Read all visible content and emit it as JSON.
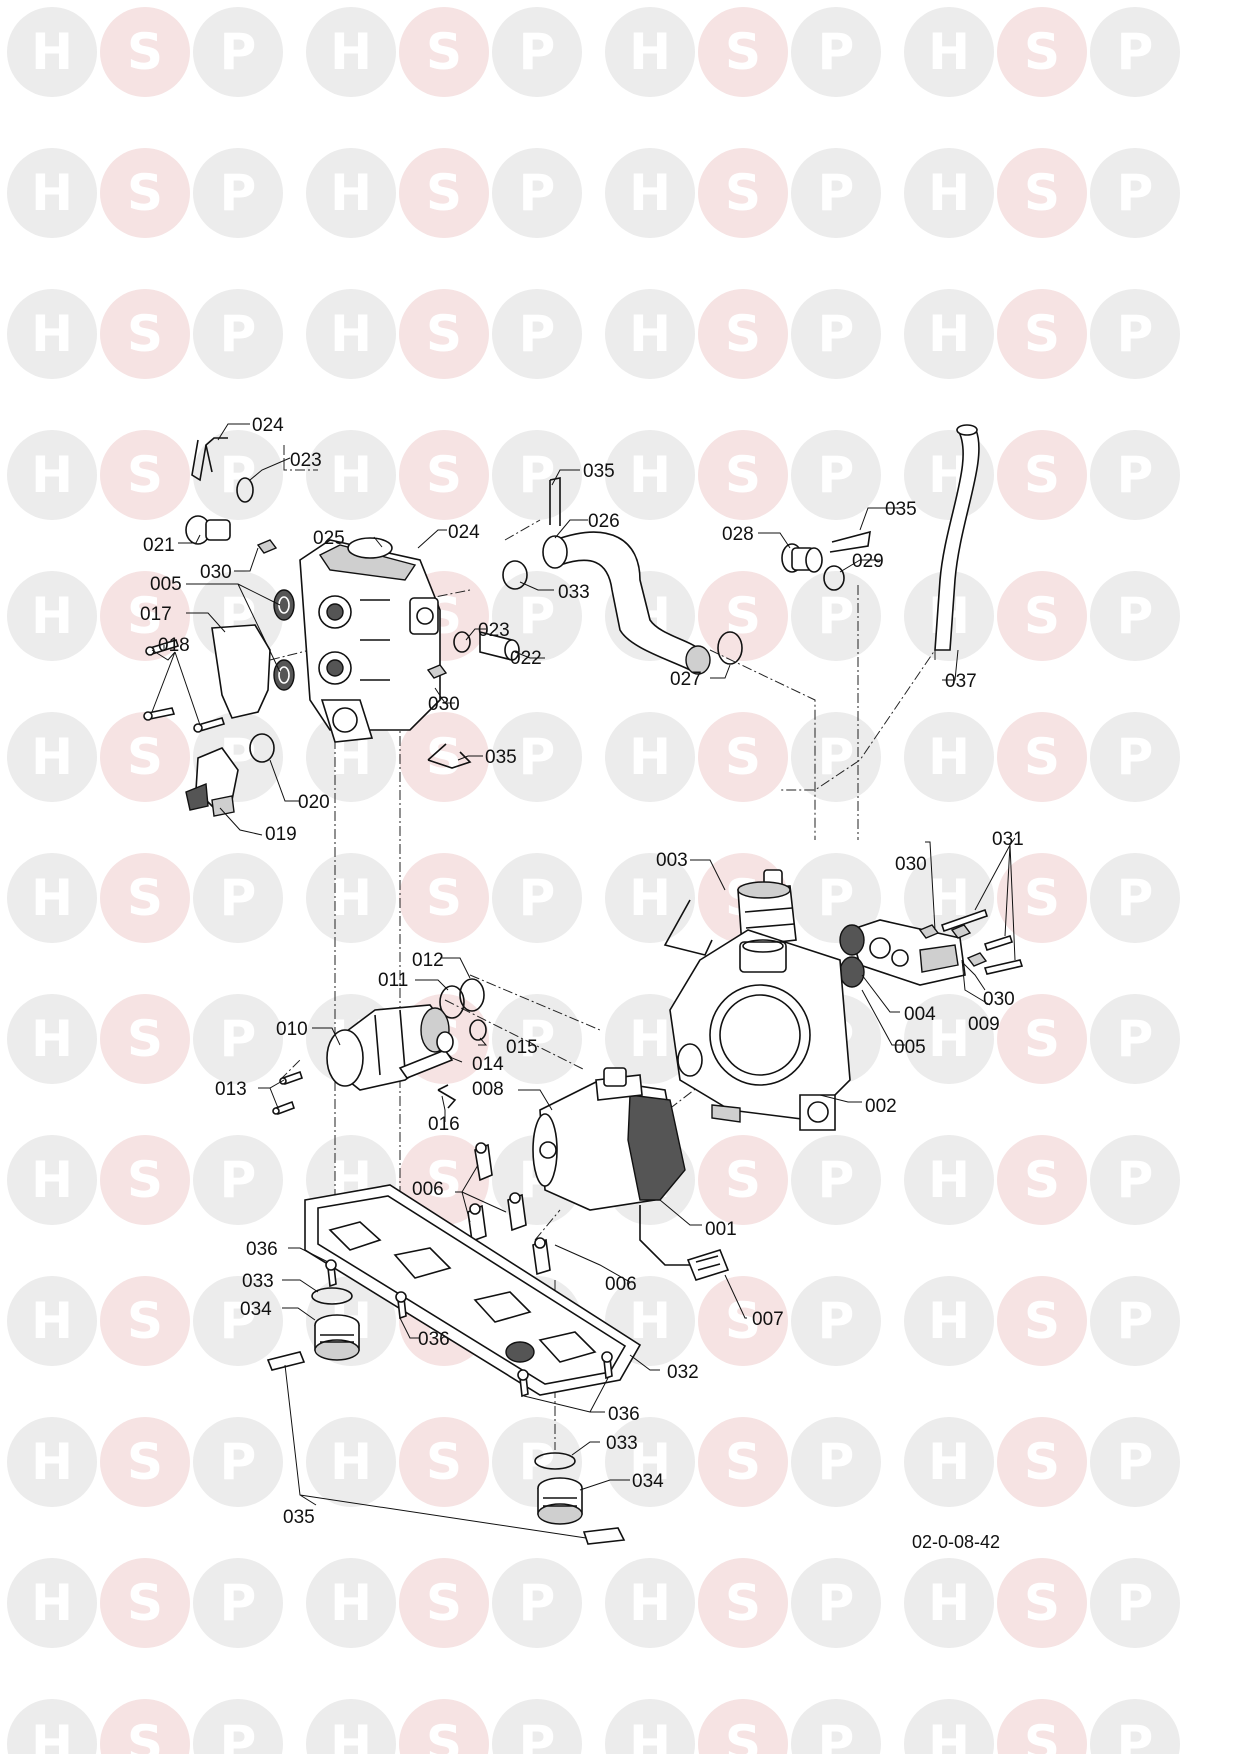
{
  "watermark": {
    "letters": [
      "H",
      "S",
      "P"
    ],
    "rows": 13,
    "groups": 4
  },
  "drawing_code": "02-0-08-42",
  "part_labels": [
    "001",
    "002",
    "003",
    "004",
    "005",
    "006",
    "007",
    "008",
    "009",
    "010",
    "011",
    "012",
    "013",
    "014",
    "015",
    "016",
    "017",
    "018",
    "019",
    "020",
    "021",
    "022",
    "023",
    "024",
    "025",
    "026",
    "027",
    "028",
    "029",
    "030",
    "031",
    "032",
    "033",
    "034",
    "035",
    "036",
    "037"
  ]
}
